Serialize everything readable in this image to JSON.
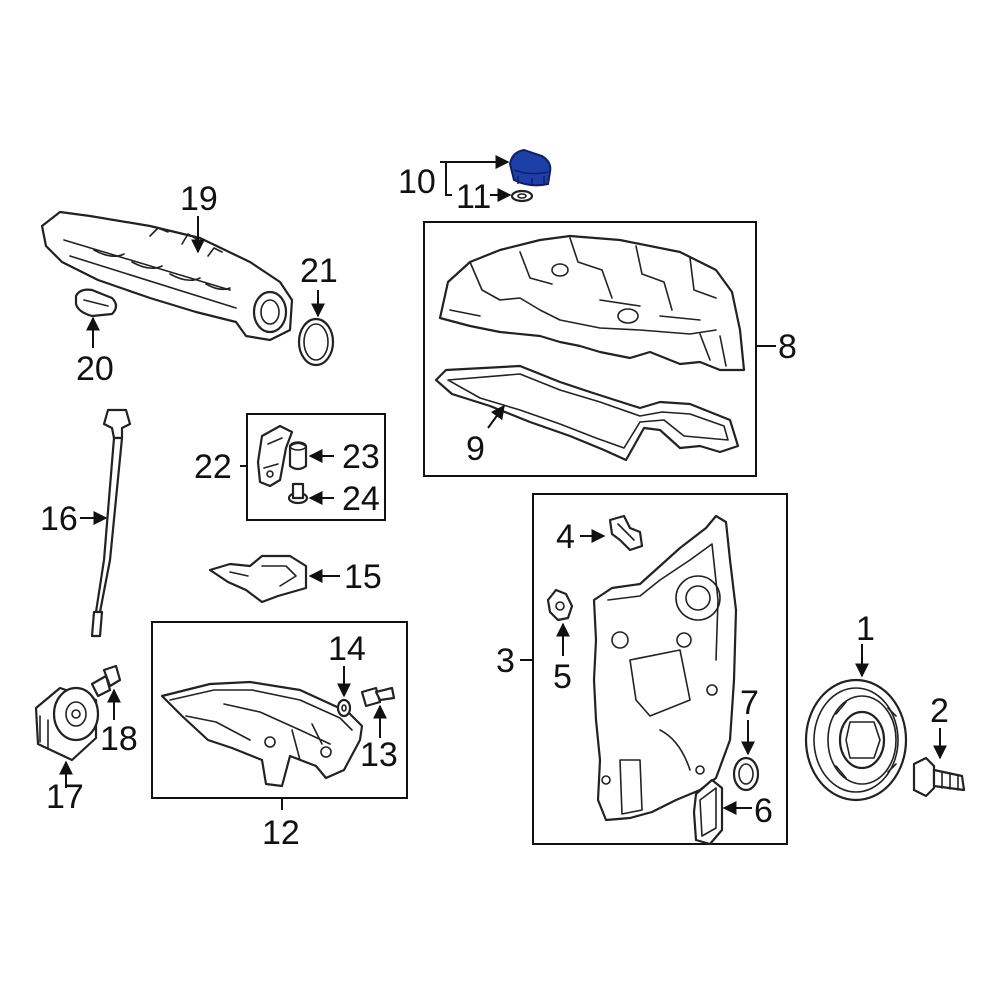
{
  "callouts": {
    "c1": "1",
    "c2": "2",
    "c3": "3",
    "c4": "4",
    "c5": "5",
    "c6": "6",
    "c7": "7",
    "c8": "8",
    "c9": "9",
    "c10": "10",
    "c11": "11",
    "c12": "12",
    "c13": "13",
    "c14": "14",
    "c15": "15",
    "c16": "16",
    "c17": "17",
    "c18": "18",
    "c19": "19",
    "c20": "20",
    "c21": "21",
    "c22": "22",
    "c23": "23",
    "c24": "24"
  },
  "colors": {
    "highlight": "#1f3fa8",
    "line": "#222222",
    "background": "#ffffff"
  }
}
